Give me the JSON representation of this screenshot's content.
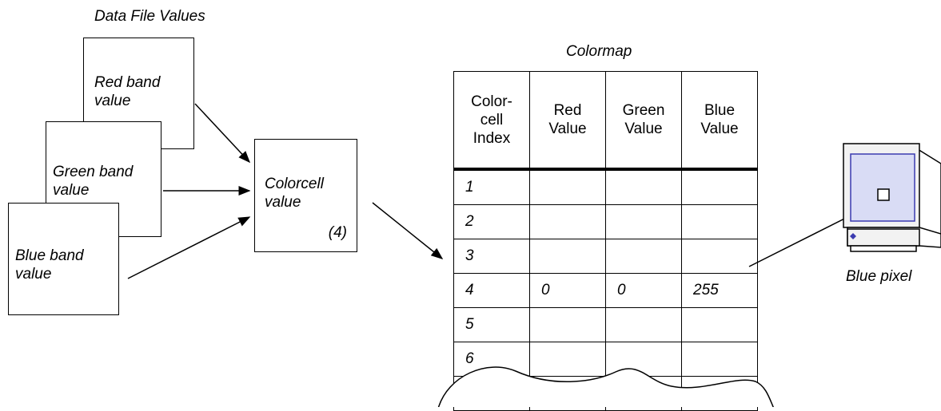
{
  "diagram": {
    "data_file_title": "Data File Values",
    "red_band_label": "Red band\nvalue",
    "green_band_label": "Green band\nvalue",
    "blue_band_label": "Blue band\nvalue",
    "colorcell_label": "Colorcell\nvalue",
    "colorcell_number": "(4)",
    "colormap_title": "Colormap",
    "output_label": "Blue pixel"
  },
  "colormap": {
    "headers": [
      "Color-\ncell\nIndex",
      "Red\nValue",
      "Green\nValue",
      "Blue\nValue"
    ],
    "rows": [
      [
        "1",
        "",
        "",
        ""
      ],
      [
        "2",
        "",
        "",
        ""
      ],
      [
        "3",
        "",
        "",
        ""
      ],
      [
        "4",
        "0",
        "0",
        "255"
      ],
      [
        "5",
        "",
        "",
        ""
      ],
      [
        "6",
        "",
        "",
        ""
      ]
    ]
  },
  "colors": {
    "screen_fill": "#d9dcf5",
    "screen_border": "#3b3bb0",
    "monitor_body": "#f2f2f2"
  }
}
